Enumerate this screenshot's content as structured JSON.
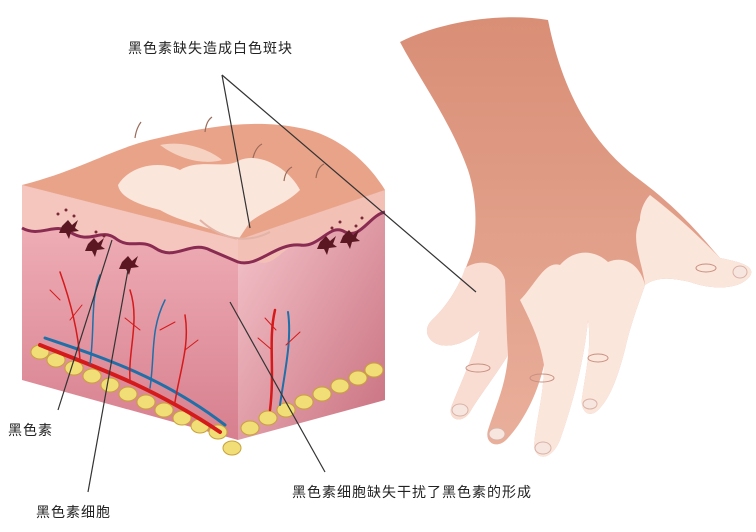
{
  "labels": {
    "top": "黑色素缺失造成白色斑块",
    "melanin": "黑色素",
    "melanocyte": "黑色素细胞",
    "bottom": "黑色素细胞缺失干扰了黑色素的形成"
  },
  "colors": {
    "skin": "#e9a389",
    "skin_light": "#f6d2c2",
    "vitiligo_patch": "#fbe6dc",
    "dermis": "#e7a3ad",
    "vessel_red": "#d41a1a",
    "vessel_blue": "#1f6fa8",
    "fat": "#f1de77",
    "melanin_dark": "#5b1822",
    "leader_line": "#333333"
  }
}
